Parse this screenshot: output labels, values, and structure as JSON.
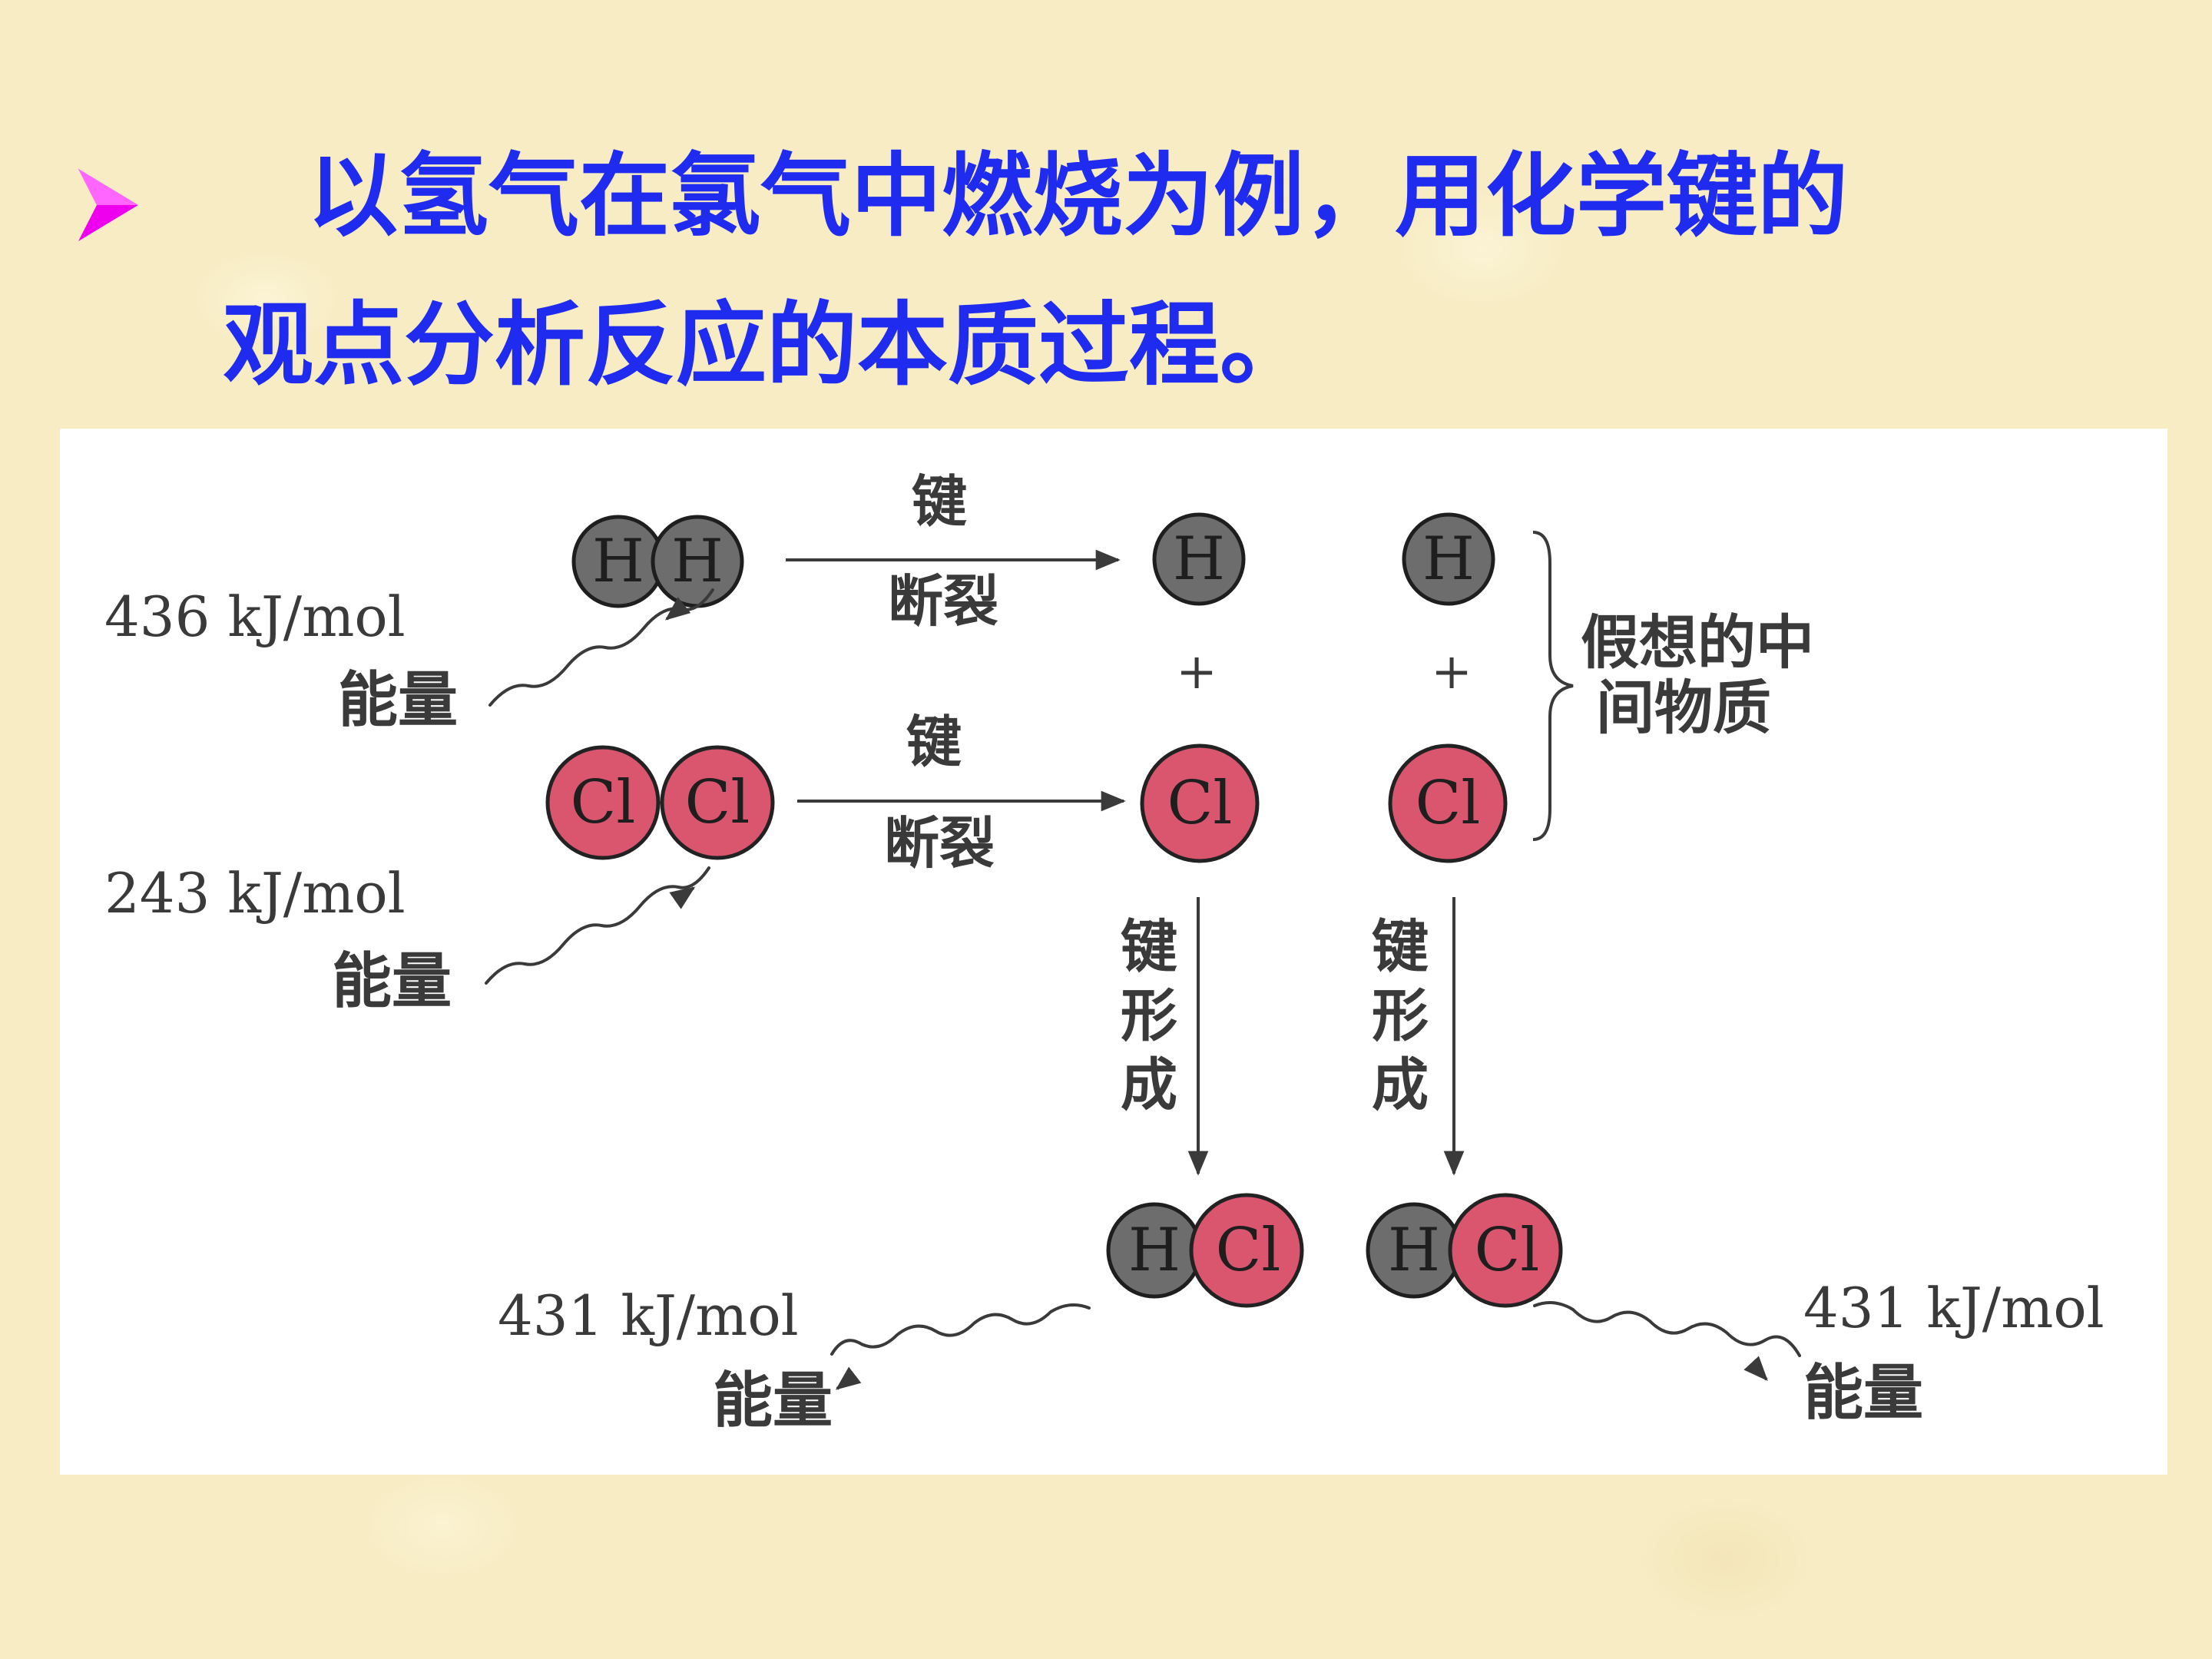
{
  "title": {
    "line1": "以氢气在氯气中燃烧为例，用化学键的",
    "line2": "观点分析反应的本质过程。"
  },
  "bullet": {
    "icon": "triangle-arrow-bullet-icon",
    "color": "#ee00ee"
  },
  "colors": {
    "title": "#1f2cf0",
    "hydrogen": "#6d6d6d",
    "chlorine": "#d9566e",
    "panel": "#ffffff"
  },
  "diagram": {
    "h2": {
      "energy": "436 kJ/mol",
      "energy_label": "能量",
      "atoms": [
        "H",
        "H"
      ]
    },
    "cl2": {
      "energy": "243 kJ/mol",
      "energy_label": "能量",
      "atoms": [
        "Cl",
        "Cl"
      ]
    },
    "bond_break": {
      "top": "键",
      "bottom": "断裂"
    },
    "bond_form": [
      "键",
      "形",
      "成"
    ],
    "plus": "+",
    "intermediate": {
      "line1": "假想的中",
      "line2": "间物质"
    },
    "atom_h": "H",
    "atom_cl": "Cl",
    "hcl_left": {
      "energy": "431 kJ/mol",
      "energy_label": "能量",
      "atoms": [
        "H",
        "Cl"
      ]
    },
    "hcl_right": {
      "energy": "431 kJ/mol",
      "energy_label": "能量",
      "atoms": [
        "H",
        "Cl"
      ]
    }
  }
}
